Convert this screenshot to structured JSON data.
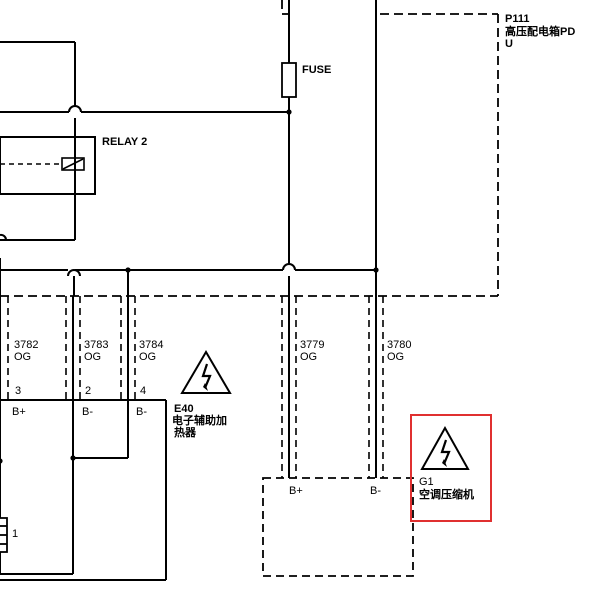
{
  "pdu": {
    "id": "P111",
    "name_line1": "高压配电箱PD",
    "name_line2": "U"
  },
  "fuse": {
    "label": "FUSE"
  },
  "relay": {
    "label": "RELAY 2"
  },
  "wires": [
    {
      "circuit": "3782",
      "color": "OG"
    },
    {
      "circuit": "3783",
      "color": "OG"
    },
    {
      "circuit": "3784",
      "color": "OG"
    },
    {
      "circuit": "3779",
      "color": "OG"
    },
    {
      "circuit": "3780",
      "color": "OG"
    }
  ],
  "heater": {
    "id": "E40",
    "name_line1": "电子辅助加",
    "name_line2": "热器",
    "pins": [
      {
        "num": "3",
        "name": "B+"
      },
      {
        "num": "2",
        "name": "B-"
      },
      {
        "num": "4",
        "name": "B-"
      }
    ],
    "inner_pin": "1"
  },
  "compressor": {
    "id": "G1",
    "name": "空调压缩机",
    "pins": [
      {
        "name": "B+"
      },
      {
        "name": "B-"
      }
    ],
    "highlight_color": "#e03030"
  }
}
